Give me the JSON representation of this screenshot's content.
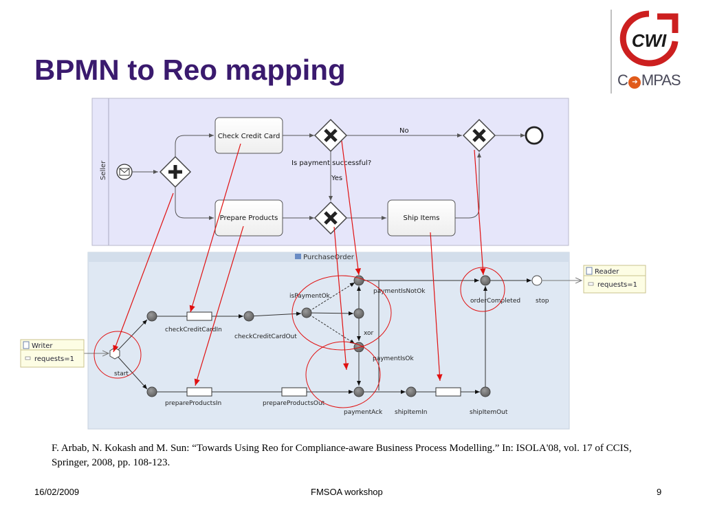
{
  "slide": {
    "title": "BPMN to Reo mapping",
    "logo_top": "CWI",
    "logo_bottom_left": "C",
    "logo_bottom_right": "MPAS"
  },
  "bpmn": {
    "lane_label": "Seller",
    "check_credit_card": "Check Credit Card",
    "prepare_products": "Prepare Products",
    "ship_items": "Ship Items",
    "no_label": "No",
    "question": "Is payment successful?",
    "yes_label": "Yes"
  },
  "reo": {
    "title": "PurchaseOrder",
    "writer": {
      "title": "Writer",
      "property": "requests=1"
    },
    "reader": {
      "title": "Reader",
      "property": "requests=1"
    },
    "nodes": {
      "start": "start",
      "checkCreditCardIn": "checkCreditCardIn",
      "checkCreditCardOut": "checkCreditCardOut",
      "isPaymentOk": "isPaymentOk",
      "paymentIsNotOk": "paymentIsNotOk",
      "xor": "xor",
      "paymentIsOk": "paymentIsOk",
      "orderCompleted": "orderCompleted",
      "stop": "stop",
      "prepareProductsIn": "prepareProductsIn",
      "prepareProductsOut": "prepareProductsOut",
      "paymentAck": "paymentAck",
      "shipItemIn": "shipItemIn",
      "shipItemOut": "shipItemOut"
    }
  },
  "citation": "F. Arbab, N. Kokash and M. Sun: “Towards Using Reo for Compliance-aware Business Process Modelling.” In: ISOLA'08, vol. 17 of CCIS, Springer, 2008, pp. 108-123.",
  "footer": {
    "date": "16/02/2009",
    "event": "FMSOA workshop",
    "page": "9"
  },
  "colors": {
    "title": "#3a1a6e",
    "bpmn_bg": "#e6e6fa",
    "reo_bg": "#dfe8f3",
    "mapping_arrow": "#e01010",
    "circle_highlight": "#e01010",
    "logo_red": "#cc1f1f"
  }
}
